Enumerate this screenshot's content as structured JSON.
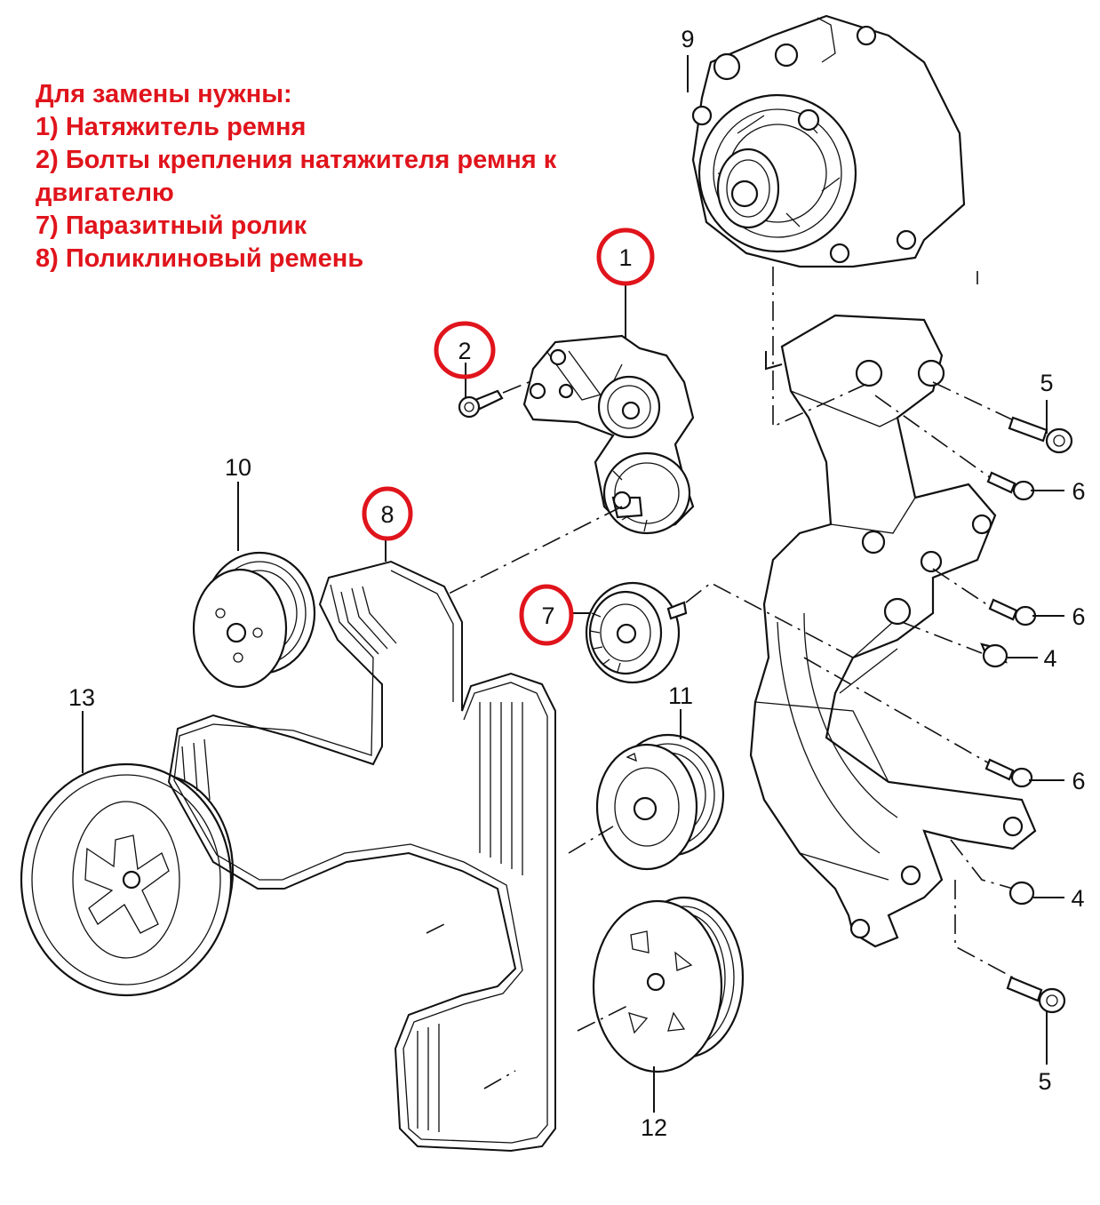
{
  "notes": {
    "heading": "Для замены нужны:",
    "items": [
      "1) Натяжитель ремня",
      "2) Болты крепления натяжителя ремня к двигателю",
      "7) Паразитный ролик",
      "8) Поликлиновый ремень"
    ],
    "color": "#e0141c"
  },
  "callouts": {
    "c1": "1",
    "c2": "2",
    "c4a": "4",
    "c4b": "4",
    "c5a": "5",
    "c5b": "5",
    "c6a": "6",
    "c6b": "6",
    "c6c": "6",
    "c7": "7",
    "c8": "8",
    "c9": "9",
    "c10": "10",
    "c11": "11",
    "c12": "12",
    "c13": "13"
  },
  "highlighted_callouts": [
    "1",
    "2",
    "7",
    "8"
  ],
  "highlight_color": "#e0141c"
}
